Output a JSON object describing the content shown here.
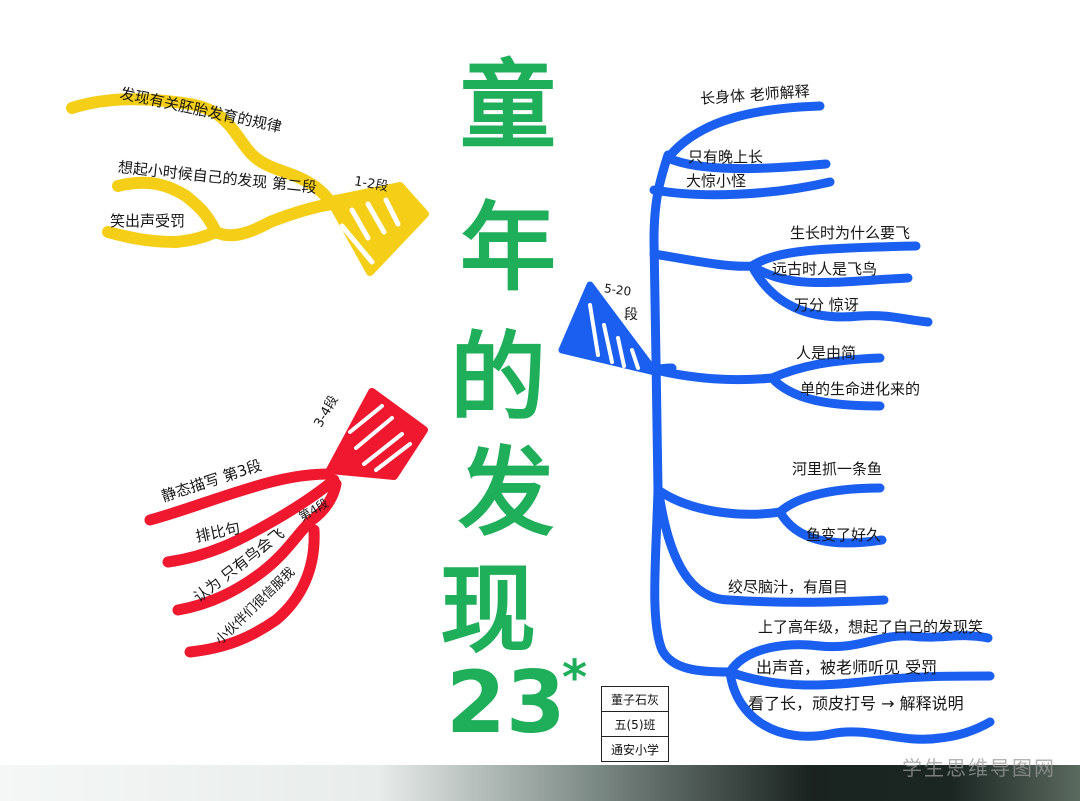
{
  "title": {
    "chars": [
      "童",
      "年",
      "的",
      "发",
      "现"
    ],
    "lesson_number": "23",
    "mark": "*",
    "color": "#1fae5a"
  },
  "branches": {
    "yellow": {
      "color": "#f5cf17",
      "section": "1-2段",
      "items": [
        "发现有关胚胎发育的规律",
        "想起小时候自己的发现 第二段",
        "笑出声受罚"
      ]
    },
    "red": {
      "color": "#f0182e",
      "section": "3-4段",
      "items": [
        "静态描写 第3段",
        "排比句",
        "第4段",
        "认为 只有鸟会飞",
        "小伙伴们很信服我"
      ]
    },
    "blue": {
      "color": "#1a5ff0",
      "section_top": "5-20",
      "section_bottom": "段",
      "groups": [
        {
          "items": [
            "长身体 老师解释",
            "只有晚上长",
            "大惊小怪"
          ]
        },
        {
          "items": [
            "生长时为什么要飞",
            "远古时人是飞鸟",
            "万分 惊讶"
          ]
        },
        {
          "items": [
            "人是由简",
            "单的生命进化来的"
          ]
        },
        {
          "items": [
            "河里抓一条鱼",
            "鱼变了好久"
          ]
        },
        {
          "items": [
            "绞尽脑汁，有眉目"
          ]
        },
        {
          "items": [
            "上了高年级，想起了自己的发现笑",
            "出声音，被老师听见 受罚",
            "看了长，顽皮打号 → 解释说明"
          ]
        }
      ]
    }
  },
  "author_box": {
    "name": "董子石灰",
    "class": "五(5)班",
    "school": "通安小学"
  },
  "watermark": "学生思维导图网"
}
